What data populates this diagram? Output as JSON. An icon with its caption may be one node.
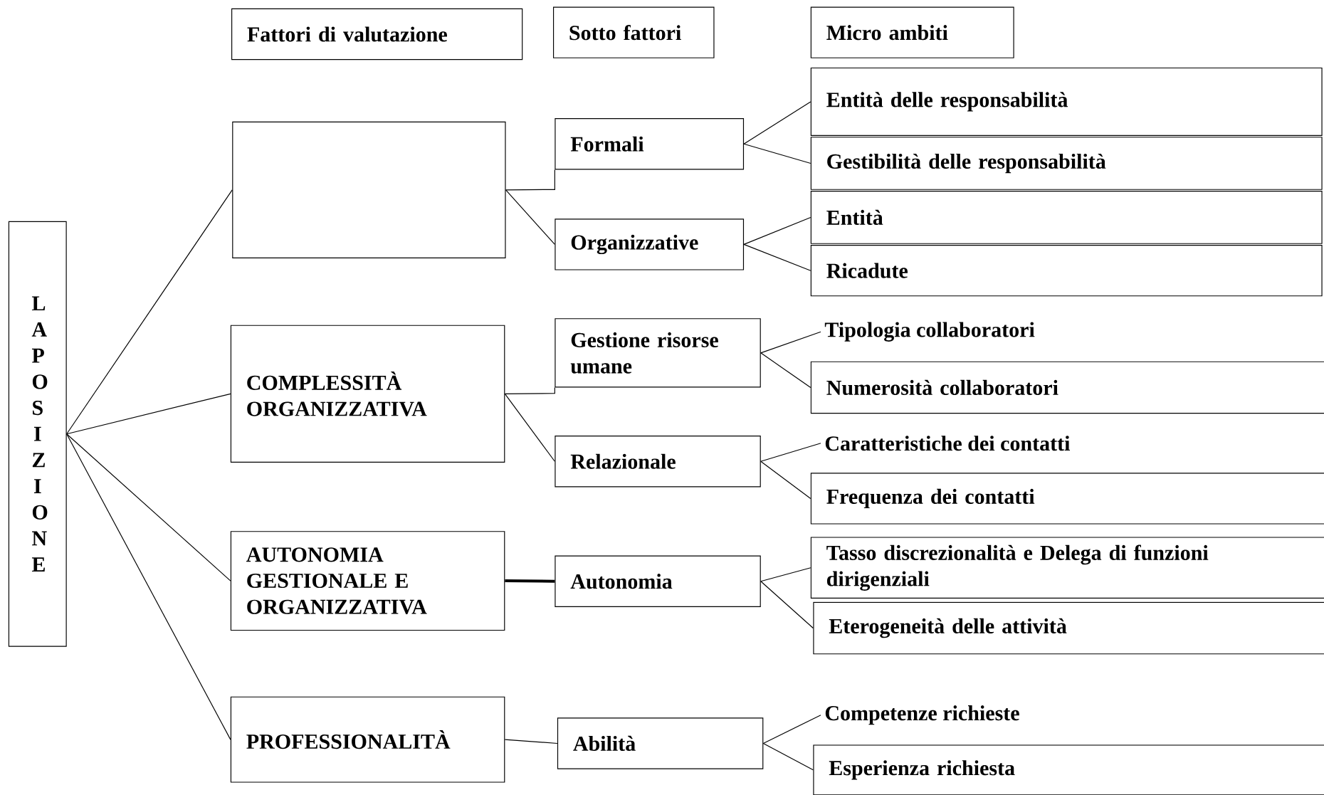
{
  "diagram": {
    "nodes": [
      {
        "text": [
          "Fattori di valutazione"
        ]
      },
      {
        "text": [
          "Sotto fattori"
        ]
      },
      {
        "text": [
          "Micro ambiti"
        ]
      },
      {
        "text": [
          "LA POSIZIONE"
        ]
      },
      {
        "text": [],
        "shape": "box"
      },
      {
        "text": [
          "Formali"
        ]
      },
      {
        "text": [
          "Organizzative"
        ]
      },
      {
        "text": [
          "Entità delle responsabilità"
        ]
      },
      {
        "text": [
          "Gestibilità delle responsabilità"
        ]
      },
      {
        "text": [
          "Entità"
        ]
      },
      {
        "text": [
          "Ricadute"
        ]
      },
      {
        "text": [
          "COMPLESSITÀ ORGANIZZATIVA"
        ]
      },
      {
        "text": [
          "Gestione risorse umane"
        ]
      },
      {
        "text": [
          "Relazionale"
        ]
      },
      {
        "text": [
          "Tipologia collaboratori"
        ]
      },
      {
        "text": [
          "Numerosità collaboratori"
        ]
      },
      {
        "text": [
          "Caratteristiche dei contatti"
        ]
      },
      {
        "text": [
          "Frequenza dei contatti"
        ]
      },
      {
        "text": [
          "AUTONOMIA GESTIONALE E ORGANIZZATIVA"
        ]
      },
      {
        "text": [
          "Autonomia"
        ]
      },
      {
        "text": [
          "Tasso discrezionalità e Delega di funzioni dirigenziali"
        ]
      },
      {
        "text": [
          "Eterogeneità delle attività"
        ]
      },
      {
        "text": [
          "PROFESSIONALITÀ"
        ]
      },
      {
        "text": [
          "Abilità"
        ]
      },
      {
        "text": [
          "Competenze richieste"
        ]
      },
      {
        "text": [
          "Esperienza richiesta"
        ]
      }
    ],
    "edges": [
      {
        "from": 3,
        "to": 4,
        "arrow": "none"
      },
      {
        "from": 3,
        "to": 11,
        "arrow": "none"
      },
      {
        "from": 3,
        "to": 18,
        "arrow": "none"
      },
      {
        "from": 3,
        "to": 22,
        "arrow": "none"
      },
      {
        "from": 4,
        "to": 5,
        "arrow": "none"
      },
      {
        "from": 4,
        "to": 6,
        "arrow": "none"
      },
      {
        "from": 5,
        "to": 7,
        "arrow": "none"
      },
      {
        "from": 5,
        "to": 8,
        "arrow": "none"
      },
      {
        "from": 6,
        "to": 9,
        "arrow": "none"
      },
      {
        "from": 6,
        "to": 10,
        "arrow": "none"
      },
      {
        "from": 11,
        "to": 12,
        "arrow": "none"
      },
      {
        "from": 11,
        "to": 13,
        "arrow": "none"
      },
      {
        "from": 12,
        "to": 14,
        "arrow": "none"
      },
      {
        "from": 12,
        "to": 15,
        "arrow": "none"
      },
      {
        "from": 13,
        "to": 16,
        "arrow": "none"
      },
      {
        "from": 13,
        "to": 17,
        "arrow": "none"
      },
      {
        "from": 18,
        "to": 19,
        "arrow": "none",
        "style": "thick"
      },
      {
        "from": 19,
        "to": 20,
        "arrow": "none"
      },
      {
        "from": 19,
        "to": 21,
        "arrow": "none"
      },
      {
        "from": 22,
        "to": 23,
        "arrow": "none"
      },
      {
        "from": 23,
        "to": 24,
        "arrow": "none"
      },
      {
        "from": 23,
        "to": 25,
        "arrow": "none"
      }
    ]
  }
}
